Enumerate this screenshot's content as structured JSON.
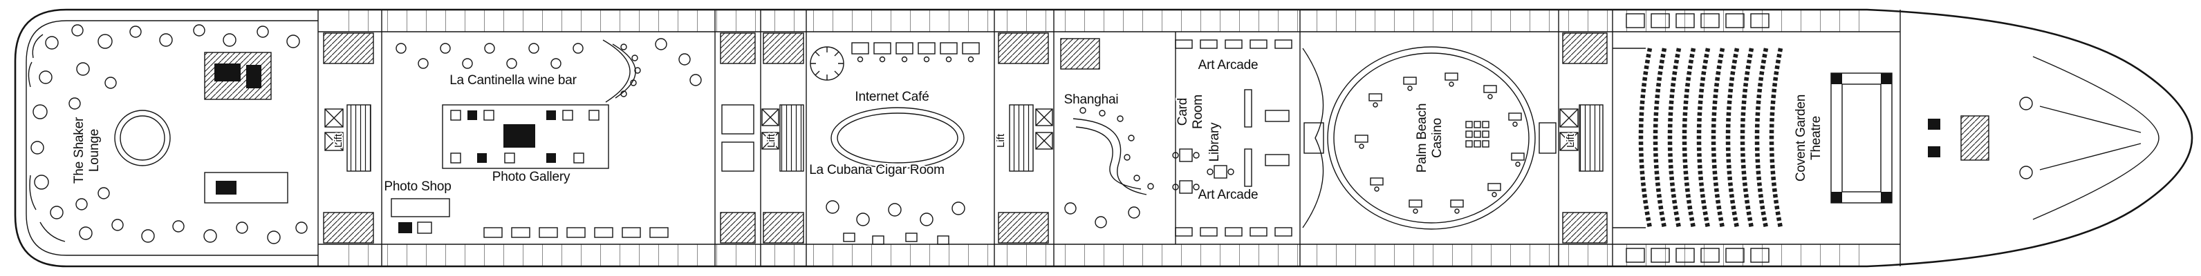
{
  "page": {
    "background": "#ffffff",
    "line_color": "#141414",
    "plan_type": "cruise-ship-deck-plan"
  },
  "venues": {
    "shaker_lounge": {
      "lines": [
        "The Shaker",
        "Lounge"
      ]
    },
    "lift": "Lift",
    "la_cantinella": "La Cantinella wine bar",
    "photo_shop": "Photo Shop",
    "photo_gallery": "Photo Gallery",
    "internet_cafe": "Internet Café",
    "la_cubana": "La Cubana Cigar Room",
    "shanghai": "Shanghai",
    "art_arcade": "Art Arcade",
    "card_room": {
      "lines": [
        "Card",
        "Room"
      ]
    },
    "library": "Library",
    "palm_beach_casino": {
      "lines": [
        "Palm Beach",
        "Casino"
      ]
    },
    "covent_garden_theatre": {
      "lines": [
        "Covent Garden",
        "Theatre"
      ]
    }
  }
}
